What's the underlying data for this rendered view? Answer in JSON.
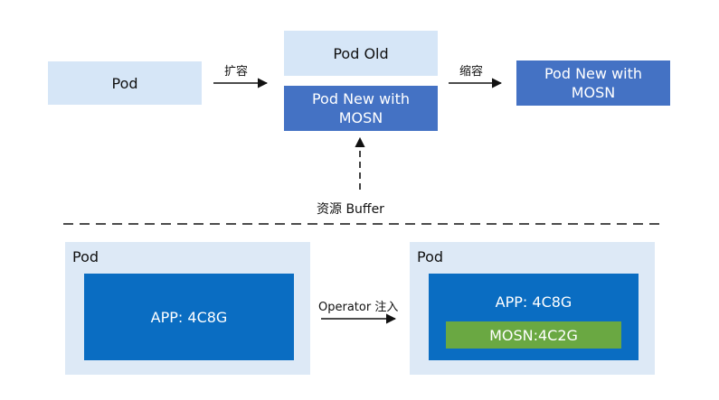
{
  "top": {
    "pod": "Pod",
    "scale_out_label": "扩容",
    "pod_old": "Pod Old",
    "pod_new_line1": "Pod New with",
    "pod_new_line2": "MOSN",
    "scale_in_label": "缩容",
    "pod_final_line1": "Pod New with",
    "pod_final_line2": "MOSN",
    "buffer_label": "资源 Buffer"
  },
  "bottom": {
    "left_pod_title": "Pod",
    "left_app": "APP: 4C8G",
    "operator_label": "Operator 注入",
    "right_pod_title": "Pod",
    "right_app": "APP: 4C8G",
    "right_mosn": "MOSN:4C2G"
  },
  "colors": {
    "light_blue": "#d6e6f7",
    "mid_blue": "#4472c4",
    "deep_blue": "#0a6dc2",
    "panel_bg": "#dde9f6",
    "green": "#6aa842"
  }
}
